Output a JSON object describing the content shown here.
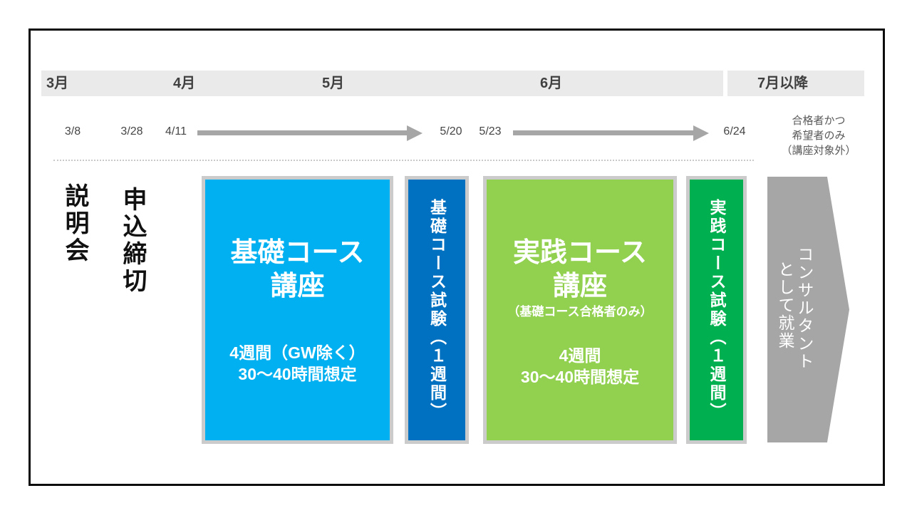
{
  "slide": {
    "months": [
      "3月",
      "4月",
      "5月",
      "6月",
      "7月以降"
    ],
    "dates": [
      "3/8",
      "3/28",
      "4/11",
      "5/20",
      "5/23",
      "6/24"
    ],
    "note_lines": [
      "合格者かつ",
      "希望者のみ",
      "（講座対象外）"
    ],
    "milestones": {
      "briefing": "説明会",
      "application_deadline": "申込締切"
    },
    "basic_course": {
      "title_line1": "基礎コース",
      "title_line2": "講座",
      "detail_line1": "4週間（GW除く）",
      "detail_line2": "30〜40時間想定"
    },
    "basic_exam": {
      "label": "基礎コース試験（１週間）"
    },
    "practical_course": {
      "title_line1": "実践コース",
      "title_line2": "講座",
      "caption": "（基礎コース合格者のみ）",
      "detail_line1": "4週間",
      "detail_line2": "30〜40時間想定"
    },
    "practical_exam": {
      "label": "実践コース試験（１週間）"
    },
    "employment": {
      "line1": "コンサルタント",
      "line2": "として就業"
    },
    "colors": {
      "basic_course": "#00b0f0",
      "basic_exam": "#0070c0",
      "practical_course": "#92d050",
      "practical_exam": "#00b050",
      "employment_arrow": "#a6a6a6",
      "timeline_arrow": "#a6a6a6",
      "month_bar": "#eaeaea",
      "frame_border": "#0d0d0d"
    }
  }
}
